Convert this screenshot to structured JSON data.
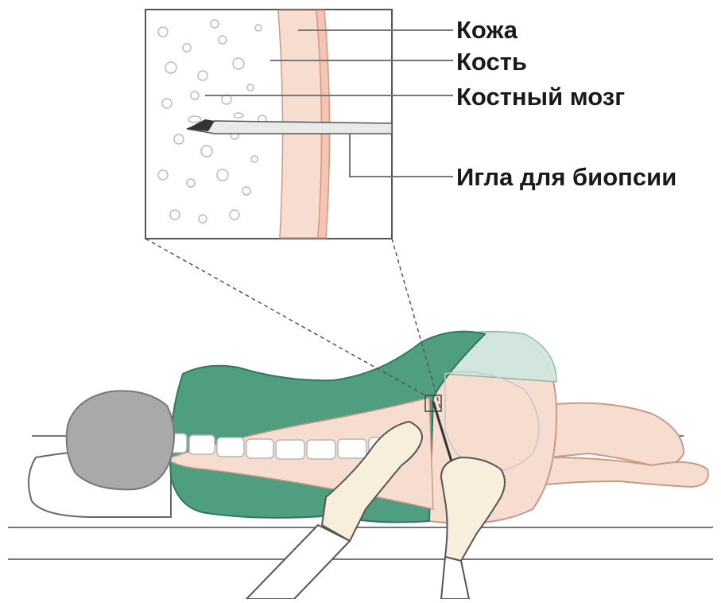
{
  "labels": {
    "skin": "Кожа",
    "bone": "Кость",
    "marrow": "Костный мозг",
    "needle": "Игла для биопсии"
  },
  "colors": {
    "gown": "#4f9e80",
    "gown_dark": "#2f7a5c",
    "skin": "#f7ddd0",
    "skin_line": "#c89a88",
    "hair": "#a9a9a9",
    "glove": "#f7eedb",
    "outline": "#555555",
    "bone_band": "#f3c5b5",
    "label_line": "#777777"
  }
}
